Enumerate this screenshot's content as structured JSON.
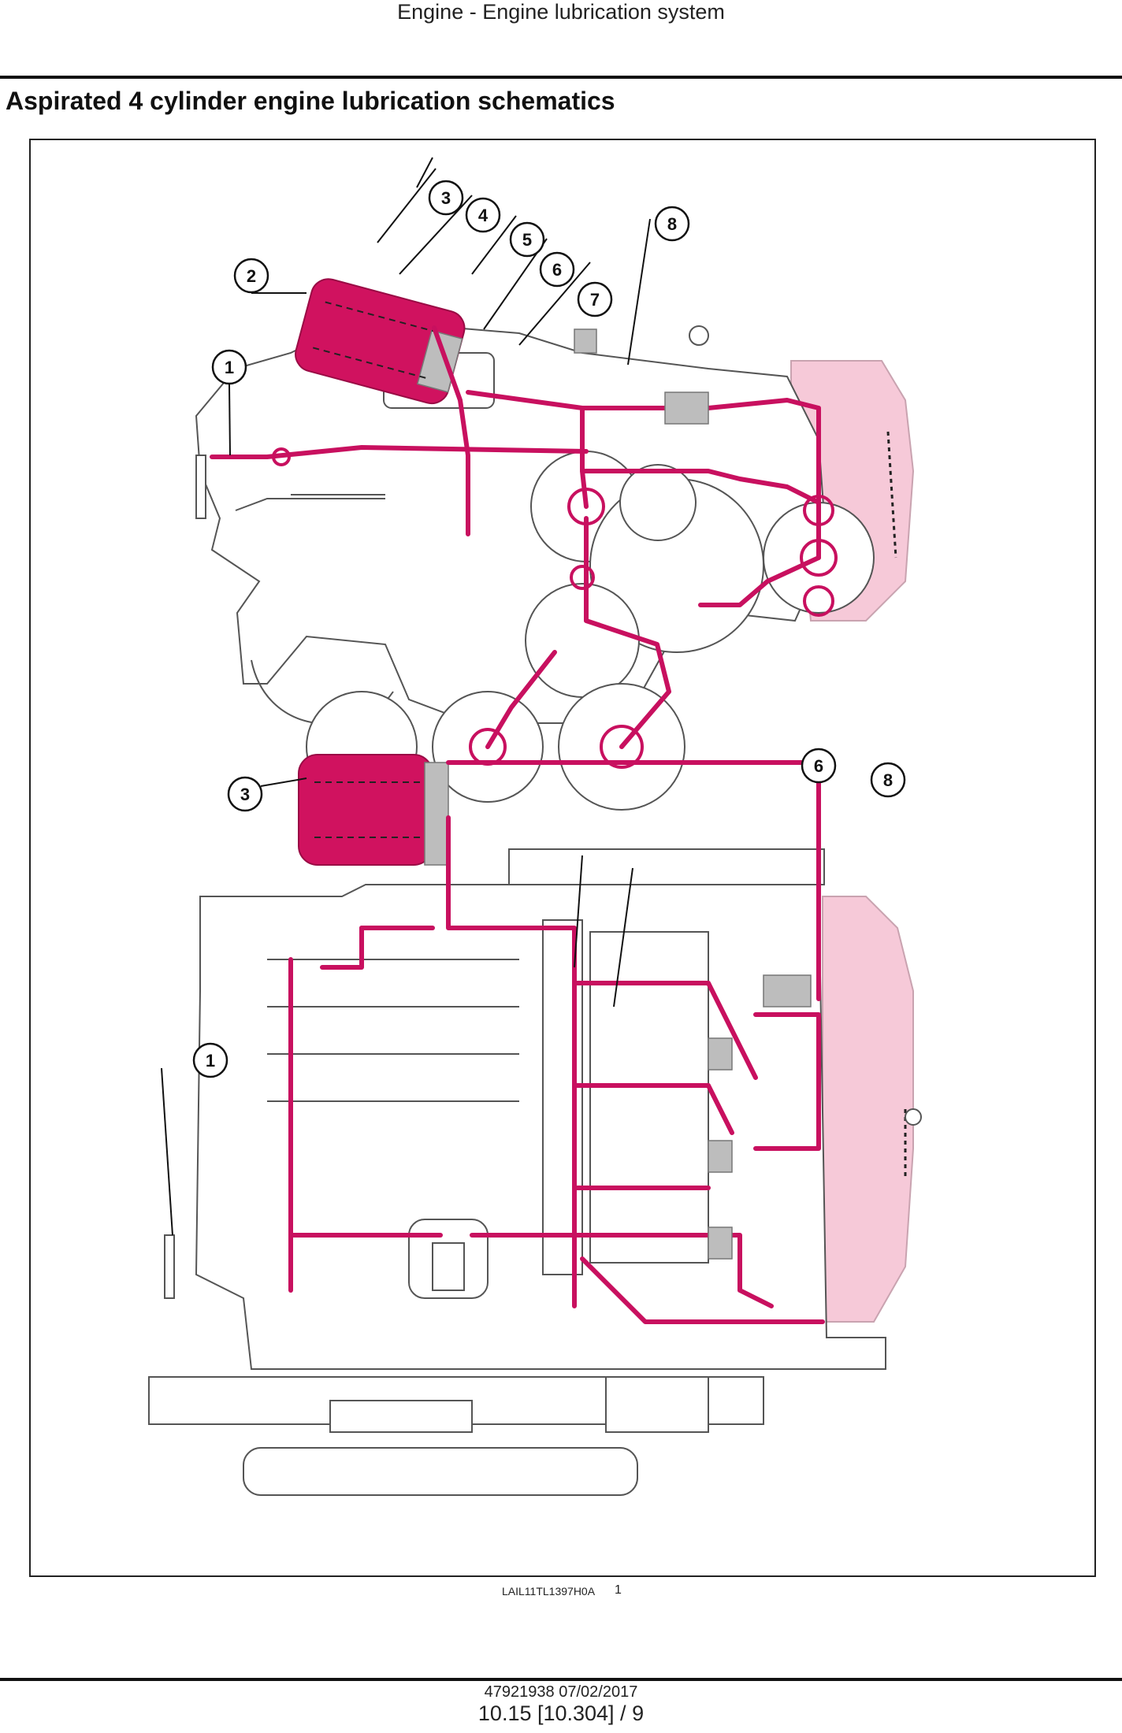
{
  "header": {
    "running_head": "Engine - Engine lubrication system"
  },
  "section": {
    "title": "Aspirated 4 cylinder engine lubrication schematics"
  },
  "figure": {
    "callouts": [
      "1",
      "2",
      "3",
      "4",
      "5",
      "6",
      "7",
      "8"
    ],
    "callouts_lower": [
      "1",
      "3",
      "6",
      "8"
    ],
    "image_code": "LAIL11TL1397H0A",
    "figure_number": "1"
  },
  "footer": {
    "doc_ref": "47921938 07/02/2017",
    "page_ref": "10.15 [10.304] / 9"
  },
  "colors": {
    "oil_path": "#c8105f",
    "filter_fill": "#d0125f",
    "timing_cover_zone": "#f6c9d8",
    "outline": "#555555"
  }
}
